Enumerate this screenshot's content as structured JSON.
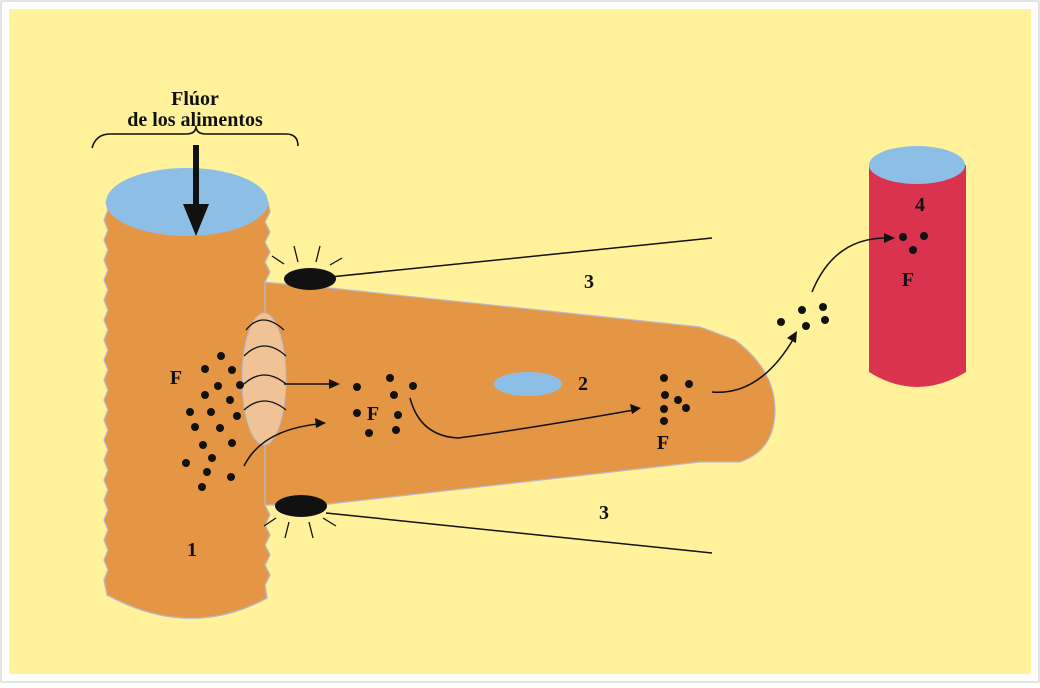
{
  "diagram": {
    "source_label": {
      "line1": "Flúor",
      "line2": "de los alimentos"
    },
    "labels": {
      "n1": "1",
      "n2": "2",
      "n3_top": "3",
      "n3_bottom": "3",
      "n4": "4"
    },
    "fluoride_symbol": "F",
    "colors": {
      "background": "#FFF29A",
      "intestine": "#E59645",
      "lumen": "#8DBFE6",
      "blood_vessel": "#D93350",
      "cell_membrane": "#EFC396",
      "particle": "#111111"
    }
  }
}
